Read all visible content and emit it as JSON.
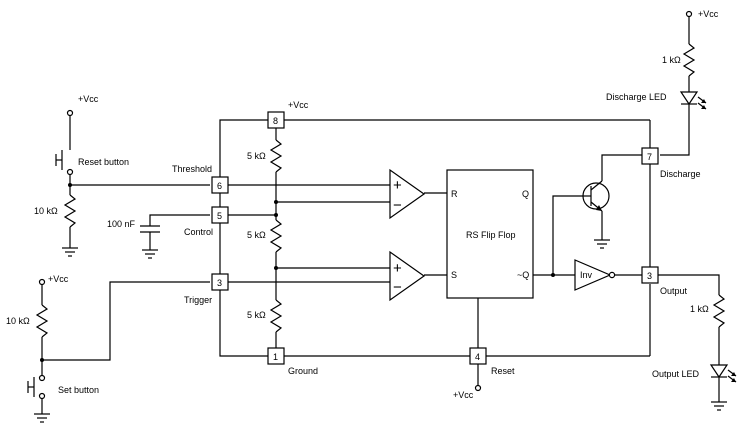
{
  "supply": {
    "vcc_top_right": "+Vcc",
    "vcc_chip": "+Vcc",
    "vcc_reset_button": "+Vcc",
    "vcc_set_button": "+Vcc",
    "vcc_reset_pin": "+Vcc"
  },
  "pins": {
    "p8": "8",
    "p6": "6",
    "p5": "5",
    "p3": "3",
    "p1": "1",
    "p4": "4",
    "p7": "7",
    "p3out": "3"
  },
  "pin_labels": {
    "threshold": "Threshold",
    "control": "Control",
    "trigger": "Trigger",
    "ground": "Ground",
    "reset": "Reset",
    "discharge": "Discharge",
    "output": "Output"
  },
  "components": {
    "reset_button": "Reset button",
    "set_button": "Set button",
    "r_reset": "10 kΩ",
    "r_set": "10 kΩ",
    "cap_control": "100 nF",
    "r_div_top": "5 kΩ",
    "r_div_mid": "5 kΩ",
    "r_div_bot": "5 kΩ",
    "r_discharge": "1 kΩ",
    "r_output": "1 kΩ",
    "led_discharge": "Discharge LED",
    "led_output": "Output LED",
    "flipflop_title": "RS Flip Flop",
    "ff_R": "R",
    "ff_S": "S",
    "ff_Q": "Q",
    "ff_nQ": "~Q",
    "inverter": "Inv",
    "comp_plus": "+",
    "comp_minus": "−"
  }
}
